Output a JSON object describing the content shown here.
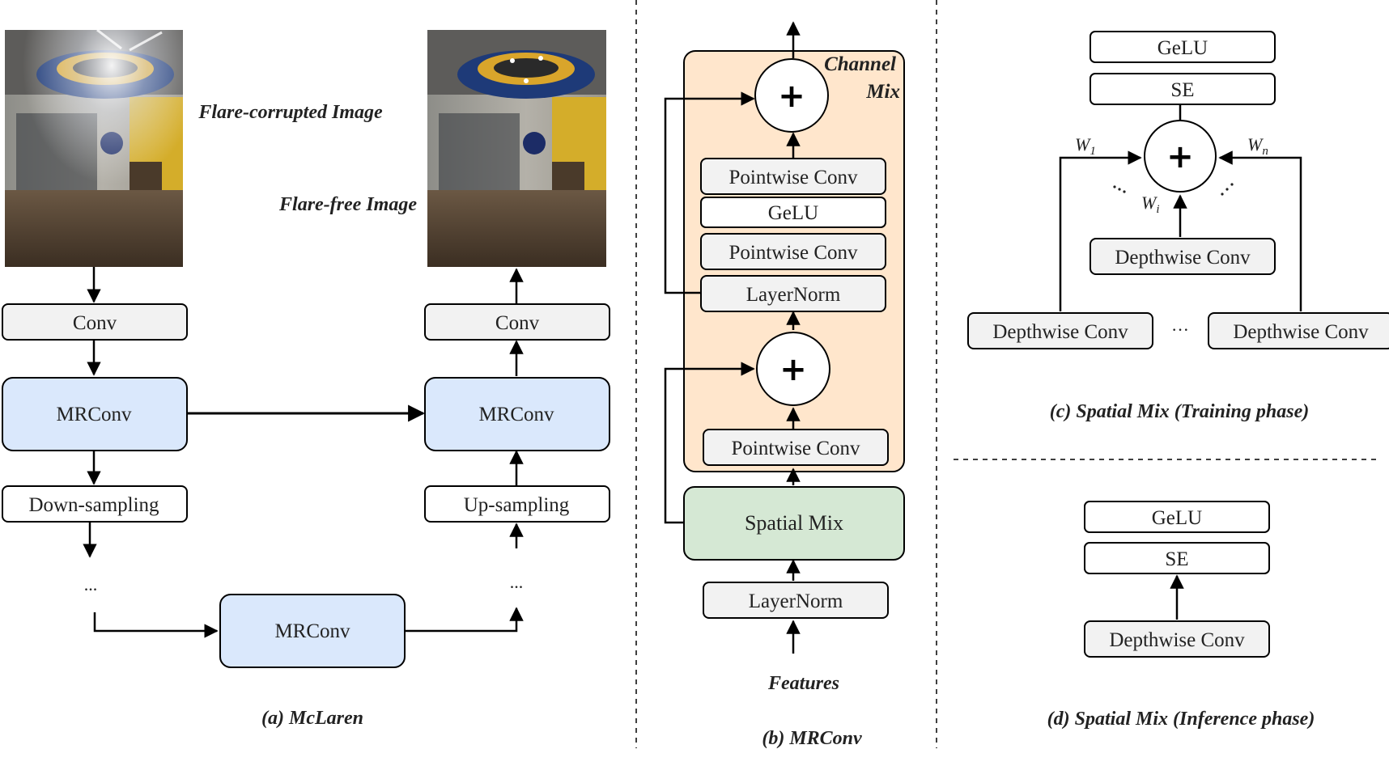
{
  "panel_a": {
    "input_label": "Flare-corrupted Image",
    "output_label": "Flare-free Image",
    "conv_left": "Conv",
    "conv_right": "Conv",
    "mrconv_left": "MRConv",
    "mrconv_right": "MRConv",
    "mrconv_bottom": "MRConv",
    "down_sampling": "Down-sampling",
    "up_sampling": "Up-sampling",
    "ellipsis_left": "...",
    "ellipsis_right": "...",
    "caption": "(a) McLaren"
  },
  "panel_b": {
    "channel_mix_line1": "Channel",
    "channel_mix_line2": "Mix",
    "plus_symbol": "+",
    "pointwise_conv_top": "Pointwise Conv",
    "gelu": "GeLU",
    "pointwise_conv_mid": "Pointwise Conv",
    "layernorm_inner": "LayerNorm",
    "pointwise_conv_low": "Pointwise Conv",
    "spatial_mix": "Spatial Mix",
    "layernorm_outer": "LayerNorm",
    "features": "Features",
    "caption": "(b) MRConv"
  },
  "panel_c": {
    "gelu": "GeLU",
    "se": "SE",
    "plus_symbol": "+",
    "w1": "W",
    "w1_sub": "1",
    "wi": "W",
    "wi_sub": "i",
    "wn": "W",
    "wn_sub": "n",
    "dw_center": "Depthwise Conv",
    "dw_left": "Depthwise Conv",
    "dw_right": "Depthwise Conv",
    "dots_mid": "···",
    "caption": "(c) Spatial Mix (Training phase)"
  },
  "panel_d": {
    "gelu": "GeLU",
    "se": "SE",
    "dw": "Depthwise Conv",
    "caption": "(d) Spatial Mix (Inference phase)"
  },
  "colors": {
    "box_gray": "#f2f2f2",
    "box_blue": "#dae8fc",
    "box_green": "#d5e8d4",
    "channel_mix_bg": "#ffe6cc"
  }
}
